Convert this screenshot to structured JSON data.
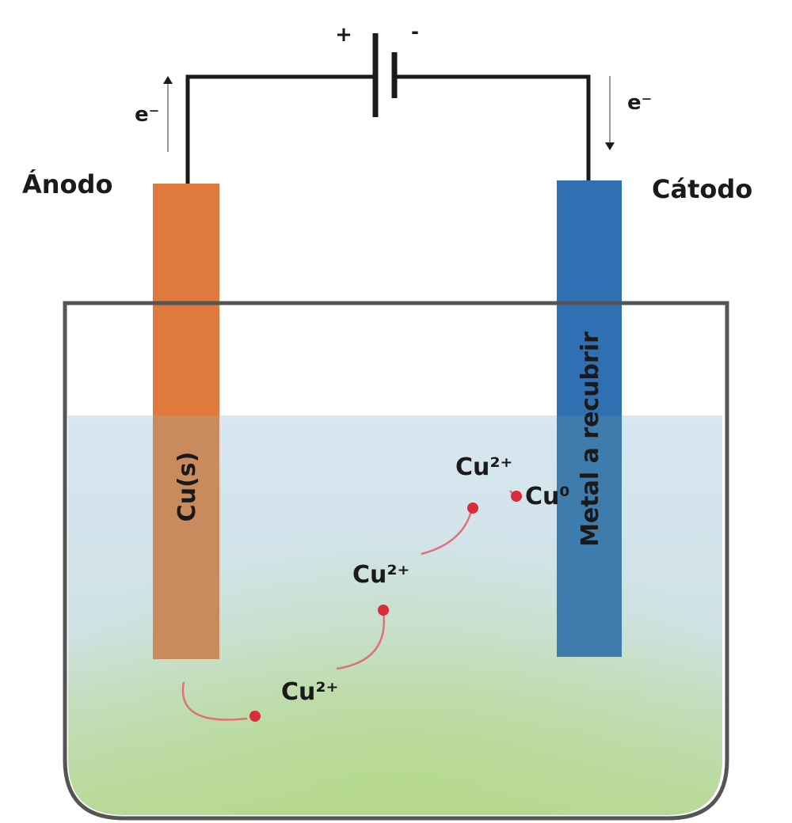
{
  "battery": {
    "positive_sign": "+",
    "negative_sign": "-"
  },
  "electrons": {
    "left_label": "e⁻",
    "right_label": "e⁻"
  },
  "anode": {
    "title": "Ánodo",
    "electrode_label": "Cu(s)",
    "color": "#e07a3c"
  },
  "cathode": {
    "title": "Cátodo",
    "electrode_label": "Metal a recubrir",
    "color": "#2f6fb2"
  },
  "ions": {
    "ion_1": "Cu²⁺",
    "ion_2": "Cu²⁺",
    "ion_3": "Cu²⁺",
    "deposited": "Cu⁰"
  },
  "colors": {
    "wire": "#1a1a1a",
    "path": "#e0707a",
    "dot": "#d92b3a",
    "solution_top": "#d7e6f1",
    "solution_bottom": "#b9d99b",
    "beaker_outline": "#555555"
  }
}
